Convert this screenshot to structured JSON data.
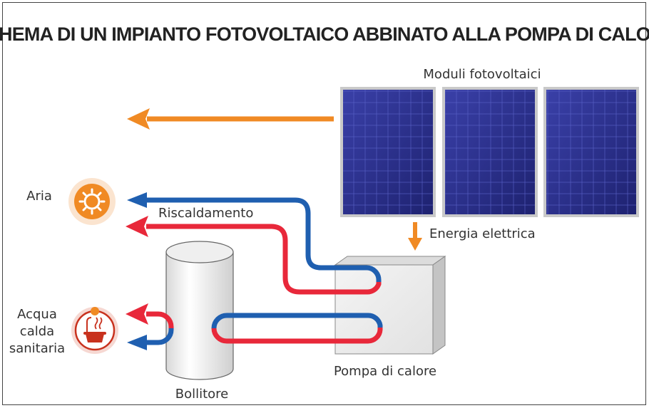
{
  "title": "SCHEMA DI UN IMPIANTO FOTOVOLTAICO ABBINATO ALLA POMPA DI CALORE",
  "labels": {
    "panels": "Moduli fotovoltaici",
    "energy": "Energia elettrica",
    "air": "Aria",
    "heating": "Riscaldamento",
    "hot_water_1": "Acqua",
    "hot_water_2": "calda",
    "hot_water_3": "sanitaria",
    "heat_pump": "Pompa di calore",
    "boiler": "Bollitore"
  },
  "colors": {
    "hot": "#e8283a",
    "cold": "#1f5fb0",
    "solar_flow": "#f08a24",
    "panel": "#2a2f8a",
    "icon_air": "#f08a24",
    "icon_water": "#c8321e"
  },
  "icons": {
    "air": "sun-fan-icon",
    "water": "bath-tub-icon"
  }
}
